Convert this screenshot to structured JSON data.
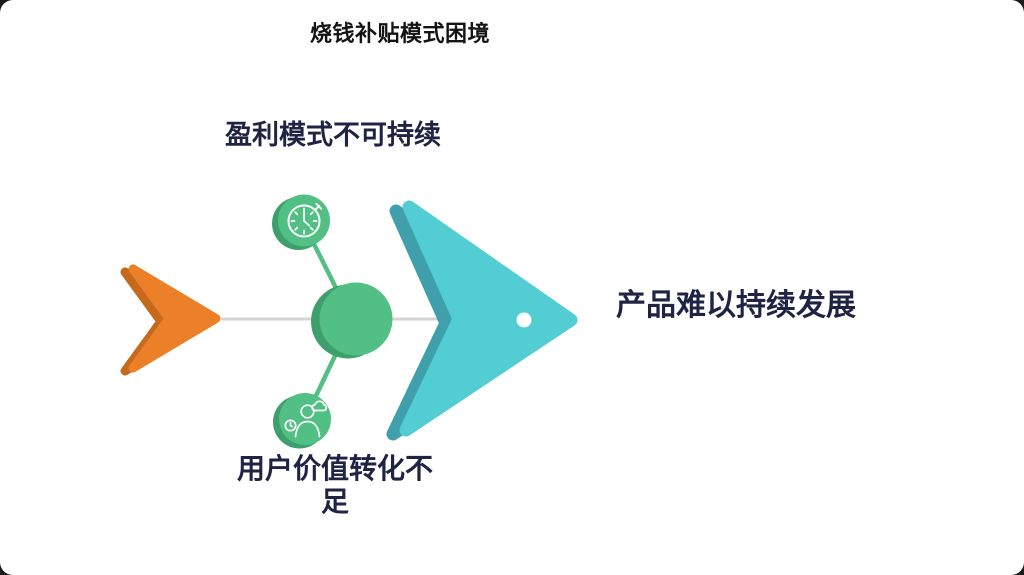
{
  "title": "烧钱补贴模式困境",
  "diagram": {
    "type": "fishbone",
    "effect": "产品难以持续发展",
    "causes": {
      "top": "盈利模式不可持续",
      "bottom": "用户价值转化不足"
    },
    "icons": {
      "top_node": "stopwatch-icon",
      "bottom_node": "user-group-icon"
    }
  },
  "colors": {
    "orange": "#EC8029",
    "orange_dark": "#C5691D",
    "teal": "#52CDD4",
    "teal_dark": "#3FA0AB",
    "green": "#52C084",
    "green_dark": "#3DA06C",
    "spine_gray": "#D4D4D4",
    "icon_white": "#FFFFFF",
    "text_navy": "#1F2445",
    "title_black": "#141414",
    "canvas_bg": "#FFFFFF"
  }
}
